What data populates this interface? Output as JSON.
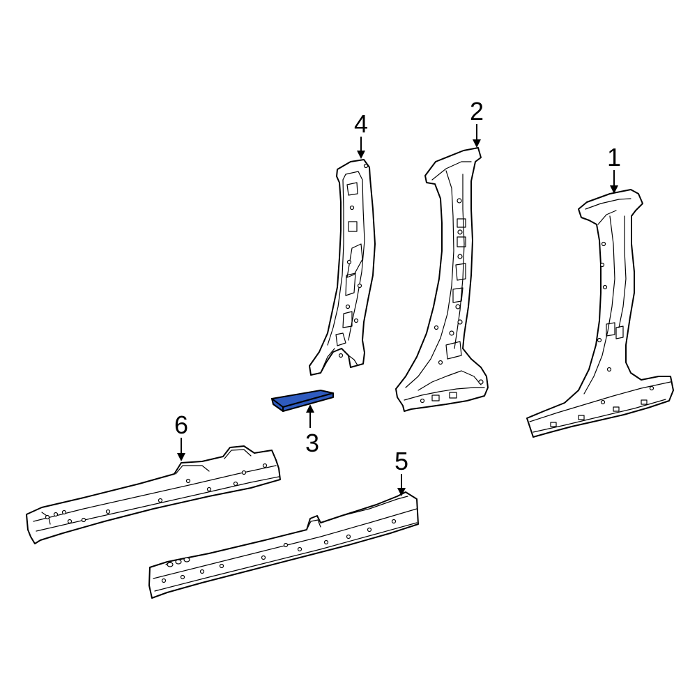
{
  "diagram": {
    "highlight_color": "#2f5bbf",
    "callouts": [
      {
        "id": "c1",
        "label": "1",
        "part": "part-1"
      },
      {
        "id": "c2",
        "label": "2",
        "part": "part-2"
      },
      {
        "id": "c3",
        "label": "3",
        "part": "part-3"
      },
      {
        "id": "c4",
        "label": "4",
        "part": "part-4"
      },
      {
        "id": "c5",
        "label": "5",
        "part": "part-5"
      },
      {
        "id": "c6",
        "label": "6",
        "part": "part-6"
      }
    ]
  }
}
